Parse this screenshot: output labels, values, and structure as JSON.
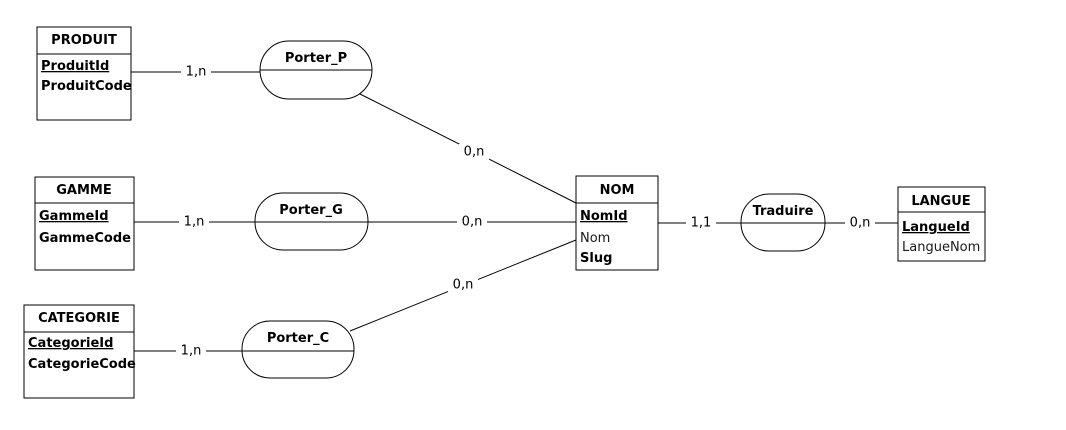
{
  "entities": {
    "produit": {
      "title": "PRODUIT",
      "attrs": [
        "ProduitId",
        "ProduitCode"
      ]
    },
    "gamme": {
      "title": "GAMME",
      "attrs": [
        "GammeId",
        "GammeCode"
      ]
    },
    "categorie": {
      "title": "CATEGORIE",
      "attrs": [
        "CategorieId",
        "CategorieCode"
      ]
    },
    "nom": {
      "title": "NOM",
      "attrs": [
        "NomId",
        "Nom",
        "Slug"
      ]
    },
    "langue": {
      "title": "LANGUE",
      "attrs": [
        "LangueId",
        "LangueNom"
      ]
    }
  },
  "associations": {
    "porter_p": "Porter_P",
    "porter_g": "Porter_G",
    "porter_c": "Porter_C",
    "traduire": "Traduire"
  },
  "cardinalities": {
    "produit_porter_p": "1,n",
    "porter_p_nom": "0,n",
    "gamme_porter_g": "1,n",
    "porter_g_nom": "0,n",
    "categorie_porter_c": "1,n",
    "porter_c_nom": "0,n",
    "nom_traduire": "1,1",
    "traduire_langue": "0,n"
  }
}
